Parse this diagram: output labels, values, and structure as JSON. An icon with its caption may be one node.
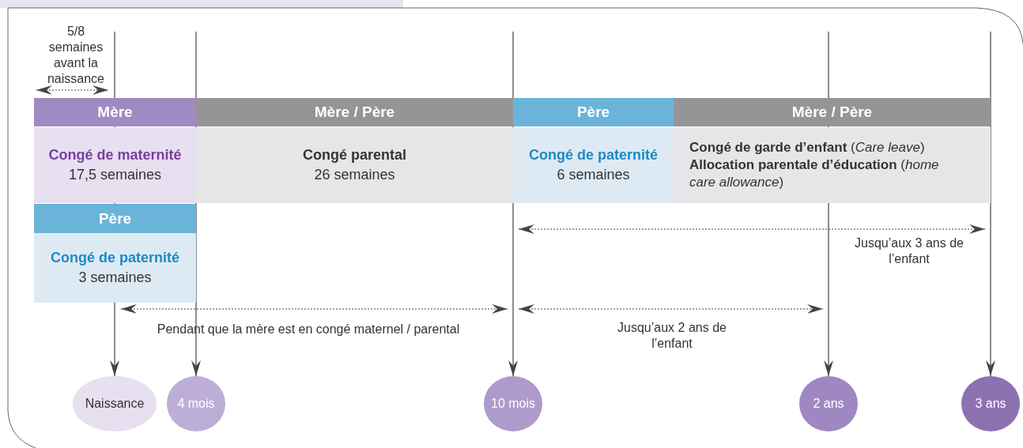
{
  "diagram": {
    "nodes": [
      {
        "text": [
          "Mère"
        ]
      },
      {
        "text": [
          "Mère / Père"
        ]
      },
      {
        "text": [
          "Père"
        ]
      },
      {
        "text": [
          "Mère / Père"
        ]
      },
      {
        "text": [
          "Congé de maternité",
          "17,5 semaines"
        ]
      },
      {
        "text": [
          "Congé parental",
          "26 semaines"
        ]
      },
      {
        "text": [
          "Congé de paternité",
          "6 semaines"
        ]
      },
      {
        "text": [
          "**Congé de garde d’enfant** (*Care leave*)",
          "**Allocation parentale d’éducation** (*home care allowance*)"
        ]
      },
      {
        "text": [
          "Père"
        ]
      },
      {
        "text": [
          "Congé de paternité",
          "3 semaines"
        ]
      },
      {
        "text": [
          "Naissance"
        ]
      },
      {
        "text": [
          "4 mois"
        ]
      },
      {
        "text": [
          "10 mois"
        ]
      },
      {
        "text": [
          "2 ans"
        ]
      },
      {
        "text": [
          "3 ans"
        ]
      }
    ],
    "edges": [
      {
        "from": null,
        "to": 10,
        "arrow": "to"
      },
      {
        "from": null,
        "to": 11,
        "arrow": "to"
      },
      {
        "from": null,
        "to": 12,
        "arrow": "to"
      },
      {
        "from": null,
        "to": 13,
        "arrow": "to"
      },
      {
        "from": null,
        "to": 14,
        "arrow": "to"
      }
    ],
    "labels": [
      "5/8 semaines avant la naissance",
      "Jusqu’aux 3 ans de l’enfant",
      "Pendant que la mère est en congé maternel / parental",
      "Jusqu’aux 2 ans de l’enfant"
    ]
  }
}
